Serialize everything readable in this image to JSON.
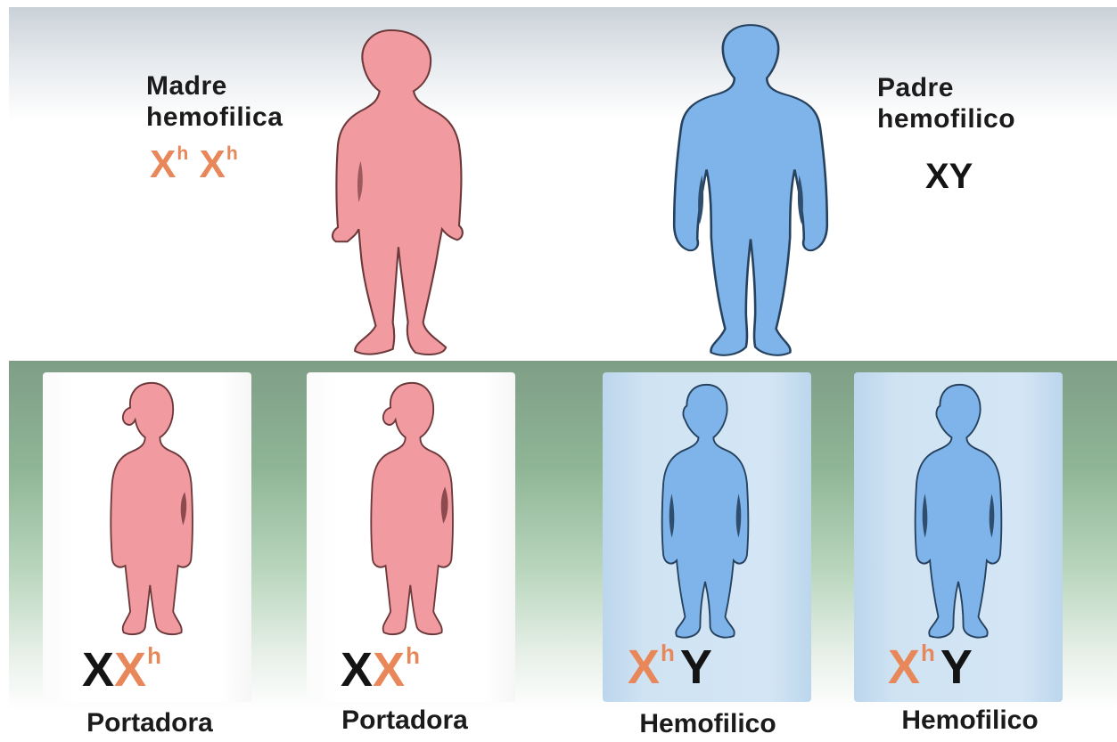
{
  "parents": {
    "mother": {
      "label_line1": "Madre",
      "label_line2": "hemofilica",
      "genotype": {
        "x1": "X",
        "x1_sup": "h",
        "x2": "X",
        "x2_sup": "h"
      },
      "color": "#f19aa0"
    },
    "father": {
      "label_line1": "Padre",
      "label_line2": "hemofilico",
      "genotype": {
        "text": "XY"
      },
      "color": "#7eb4e9"
    }
  },
  "children": [
    {
      "sex": "female",
      "genotype": {
        "x1": "X",
        "x2": "X",
        "x2_sup": "h"
      },
      "label": "Portadora"
    },
    {
      "sex": "female",
      "genotype": {
        "x1": "X",
        "x2": "X",
        "x2_sup": "h"
      },
      "label": "Portadora"
    },
    {
      "sex": "male",
      "genotype": {
        "x": "X",
        "x_sup": "h",
        "y": "Y"
      },
      "label": "Hemofilico"
    },
    {
      "sex": "male",
      "genotype": {
        "x": "X",
        "x_sup": "h",
        "y": "Y"
      },
      "label": "Hemofilico"
    }
  ],
  "colors": {
    "female": "#f19aa0",
    "male": "#7eb4e9",
    "outline": "#6d3a3c",
    "h_allele": "#e8885a"
  }
}
